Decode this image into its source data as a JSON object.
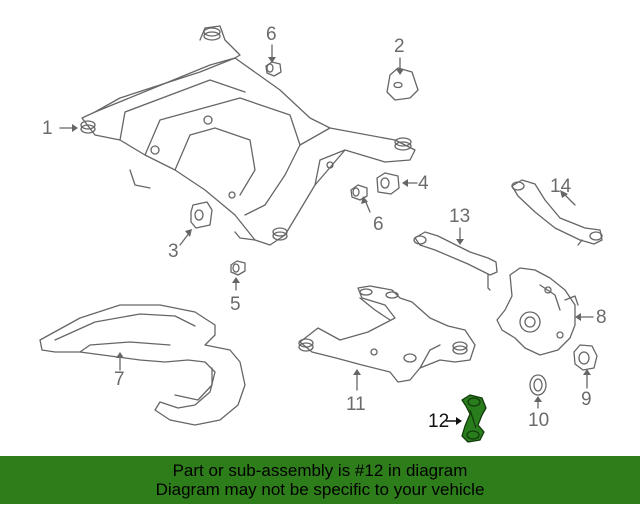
{
  "diagram": {
    "callouts": [
      {
        "id": "1",
        "label": "1"
      },
      {
        "id": "2",
        "label": "2"
      },
      {
        "id": "3",
        "label": "3"
      },
      {
        "id": "4",
        "label": "4"
      },
      {
        "id": "5",
        "label": "5"
      },
      {
        "id": "6a",
        "label": "6"
      },
      {
        "id": "6b",
        "label": "6"
      },
      {
        "id": "7",
        "label": "7"
      },
      {
        "id": "8",
        "label": "8"
      },
      {
        "id": "9",
        "label": "9"
      },
      {
        "id": "10",
        "label": "10"
      },
      {
        "id": "11",
        "label": "11"
      },
      {
        "id": "12",
        "label": "12"
      },
      {
        "id": "13",
        "label": "13"
      },
      {
        "id": "14",
        "label": "14"
      }
    ],
    "highlighted_part": "12"
  },
  "footer": {
    "line1": "Part or sub-assembly is #12 in diagram",
    "line2": "Diagram may not be specific to your vehicle"
  },
  "colors": {
    "line_art": "#666666",
    "callout_text": "#6b6b6b",
    "highlight_fill": "#2a7d1c",
    "footer_bg": "#2e7d1b",
    "footer_text": "#000000"
  }
}
